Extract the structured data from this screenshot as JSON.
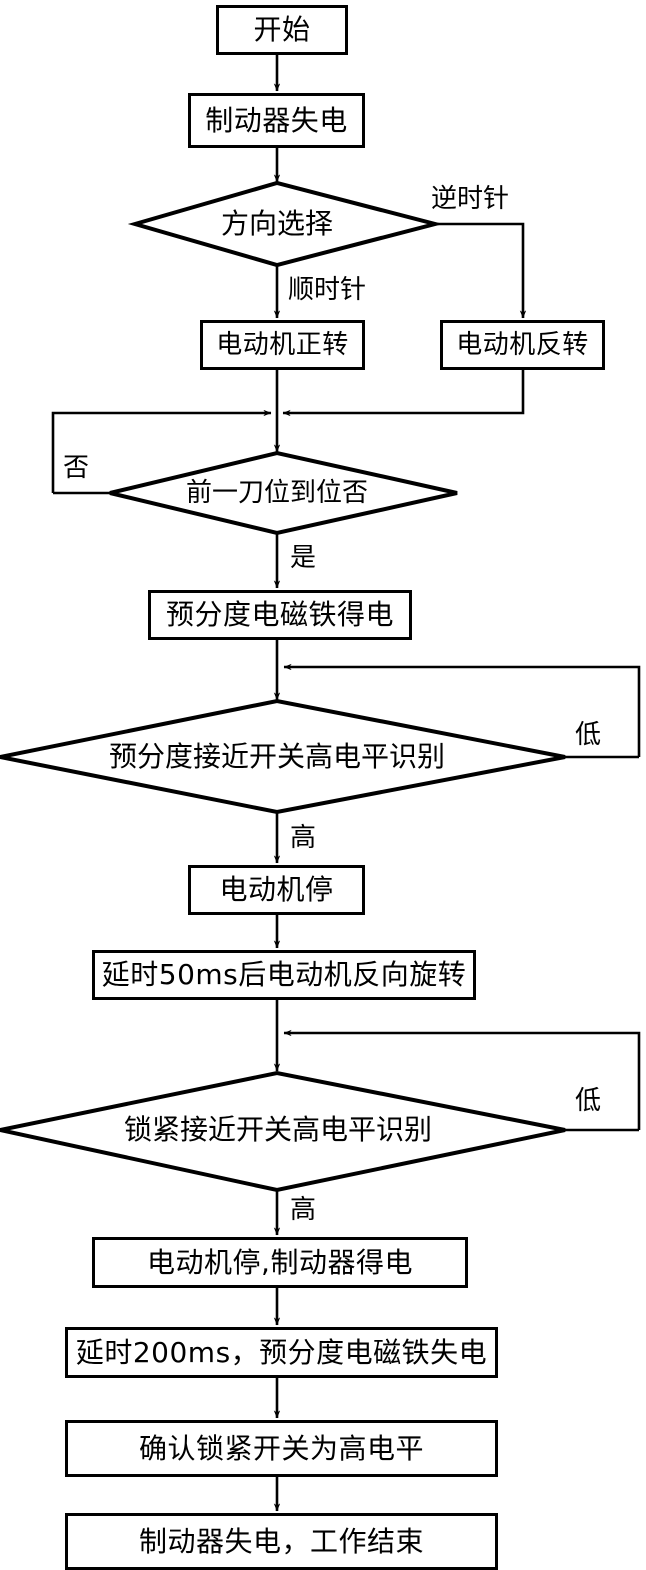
{
  "diagram": {
    "type": "flowchart",
    "title": "",
    "orientation": "top-to-bottom",
    "background_color": "#ffffff",
    "line_color": "#000000",
    "text_color": "#000000"
  },
  "nodes": {
    "start": {
      "label": "开始",
      "shape": "process"
    },
    "brake_power_off": {
      "label": "制动器失电",
      "shape": "process"
    },
    "direction_select": {
      "label": "方向选择",
      "shape": "decision"
    },
    "motor_forward": {
      "label": "电动机正转",
      "shape": "process"
    },
    "motor_reverse": {
      "label": "电动机反转",
      "shape": "process"
    },
    "prev_tool_in_place": {
      "label": "前一刀位到位否",
      "shape": "decision"
    },
    "predivide_solenoid_on": {
      "label": "预分度电磁铁得电",
      "shape": "process"
    },
    "predivide_switch_high": {
      "label": "预分度接近开关高电平识别",
      "shape": "decision"
    },
    "motor_stop": {
      "label": "电动机停",
      "shape": "process"
    },
    "delay50_reverse": {
      "label": "延时50ms后电动机反向旋转",
      "shape": "process"
    },
    "lock_switch_high": {
      "label": "锁紧接近开关高电平识别",
      "shape": "decision"
    },
    "motor_stop_brake_on": {
      "label": "电动机停,制动器得电",
      "shape": "process"
    },
    "delay200_solenoid_off": {
      "label": "延时200ms，预分度电磁铁失电",
      "shape": "process"
    },
    "confirm_lock_high": {
      "label": "确认锁紧开关为高电平",
      "shape": "process"
    },
    "brake_off_end": {
      "label": "制动器失电，工作结束",
      "shape": "process"
    }
  },
  "edge_labels": {
    "counterclockwise": "逆时针",
    "clockwise": "顺时针",
    "no": "否",
    "yes": "是",
    "low_predivide": "低",
    "high_predivide": "高",
    "low_lock": "低",
    "high_lock": "高"
  }
}
